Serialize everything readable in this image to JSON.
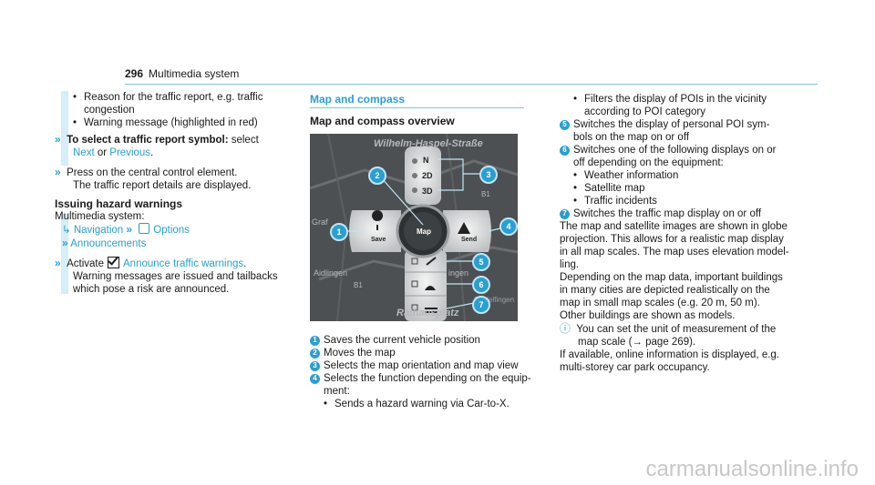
{
  "header": {
    "page_number": "296",
    "title": "Multimedia system"
  },
  "left": {
    "bullets": [
      [
        "Reason for the traffic report, e.g. traffic",
        "congestion"
      ],
      [
        "Warning message (highlighted in red)"
      ]
    ],
    "step1": {
      "label": "To select a traffic report symbol:",
      "text": "select",
      "opt1": "Next",
      "or": "or",
      "opt2": "Previous",
      "end": "."
    },
    "step2": [
      "Press on the central control element.",
      "The traffic report details are displayed."
    ],
    "issuing_title": "Issuing hazard warnings",
    "system_line": "Multimedia system:",
    "nav": {
      "nav": "Navigation",
      "options": "Options",
      "announcements": "Announcements"
    },
    "step3": {
      "pre": "Activate",
      "link": "Announce traffic warnings",
      "end": ".",
      "lines": [
        "Warning messages are issued and tailbacks",
        "which pose a risk are announced."
      ]
    }
  },
  "middle": {
    "section_title": "Map and compass",
    "sub_title": "Map and compass overview",
    "map": {
      "street_top": "Wilhelm-Haspel-Straße",
      "street_bottom": "Rathausplatz",
      "place1": "Aidlingen",
      "place2": "ingen",
      "place3": "Graf",
      "road1": "B1",
      "road2": "B1",
      "road3": "Sindelfingen",
      "btn_save": "Save",
      "btn_map": "Map",
      "btn_send": "Send",
      "btn_north": "N",
      "btn_2d": "2D",
      "btn_3d": "3D"
    },
    "items": [
      {
        "n": "1",
        "lines": [
          "Saves the current vehicle position"
        ]
      },
      {
        "n": "2",
        "lines": [
          "Moves the map"
        ]
      },
      {
        "n": "3",
        "lines": [
          "Selects the map orientation and map view"
        ]
      },
      {
        "n": "4",
        "lines": [
          "Selects the function depending on the equip-",
          "ment:"
        ]
      }
    ],
    "sub_bullet": "Sends a hazard warning via Car-to-X."
  },
  "right": {
    "top_bullet": [
      "Filters the display of POIs in the vicinity",
      "according to POI category"
    ],
    "item5": [
      "Switches the display of personal POI sym-",
      "bols on the map on or off"
    ],
    "item6": [
      "Switches one of the following displays on or",
      "off depending on the equipment:"
    ],
    "item6_bullets": [
      "Weather information",
      "Satellite map",
      "Traffic incidents"
    ],
    "item7": "Switches the traffic map display on or off",
    "para1": [
      "The map and satellite images are shown in globe",
      "projection. This allows for a realistic map display",
      "in all map scales. The map uses elevation model-",
      "ling."
    ],
    "para2": [
      "Depending on the map data, important buildings",
      "in many cities are depicted realistically on the",
      "map in small map scales (e.g. 20 m, 50 m).",
      "Other buildings are shown as models."
    ],
    "note": [
      "You can set the unit of measurement of the",
      "map scale (→ page 269)."
    ],
    "para3": [
      "If available, online information is displayed, e.g.",
      "multi-storey car park occupancy."
    ]
  },
  "watermark": "carmanualsonline.info"
}
